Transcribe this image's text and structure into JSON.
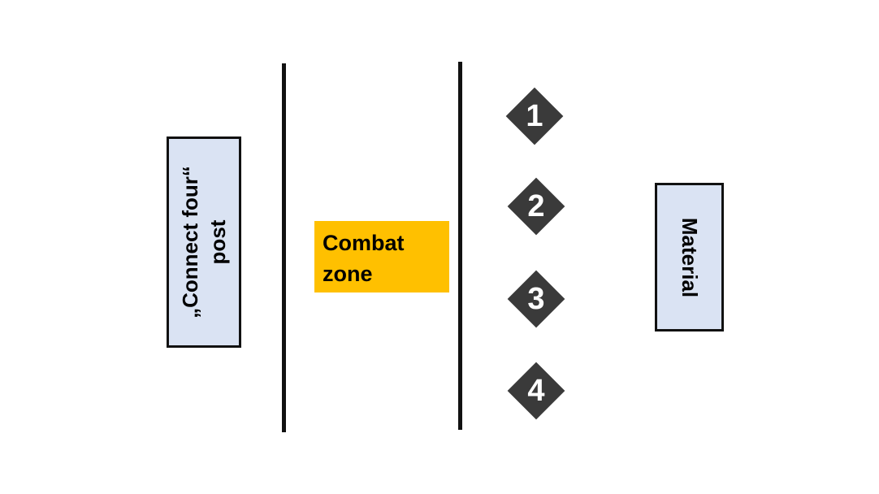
{
  "labels": {
    "connect_line1": "„Connect four“",
    "connect_line2": "post",
    "combat_line1": "Combat",
    "combat_line2": "zone",
    "material": "Material"
  },
  "markers": [
    "1",
    "2",
    "3",
    "4"
  ],
  "colors": {
    "post_box_fill": "#dae3f3",
    "combat_zone_fill": "#ffc000",
    "marker_fill": "#3a3a3a",
    "line_color": "#111111"
  }
}
